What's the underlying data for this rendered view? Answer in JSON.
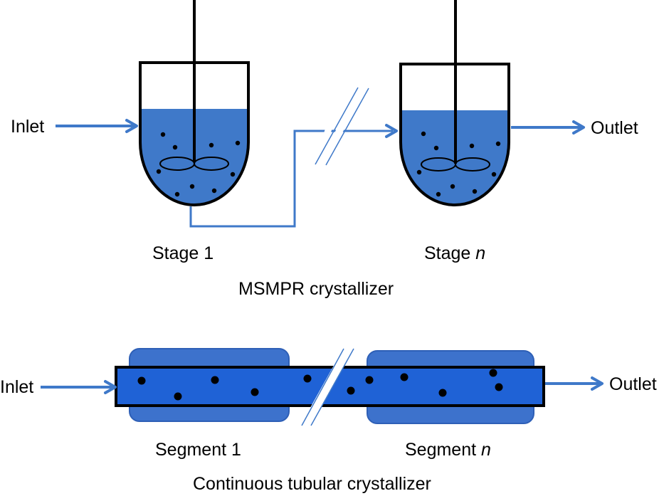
{
  "colors": {
    "liquid": "#3f79c9",
    "flow": "#3f79c9",
    "tube": "#1f62d6",
    "jacket": "#3d72cc",
    "jacket_border": "#2e5fb6",
    "outline": "#000000",
    "particle": "#000000"
  },
  "msmpr": {
    "inlet_label": "Inlet",
    "outlet_label": "Outlet",
    "stage1_label": "Stage 1",
    "stagen_label_prefix": "Stage ",
    "stagen_label_var": "n",
    "caption": "MSMPR crystallizer",
    "vessel_count_shown": 2,
    "break_symbol": "double-slash"
  },
  "tubular": {
    "inlet_label": "Inlet",
    "outlet_label": "Outlet",
    "segment1_label": "Segment 1",
    "segmentn_label_prefix": "Segment ",
    "segmentn_label_var": "n",
    "caption": "Continuous tubular crystallizer",
    "segment_count_shown": 2,
    "break_symbol": "double-slash"
  }
}
